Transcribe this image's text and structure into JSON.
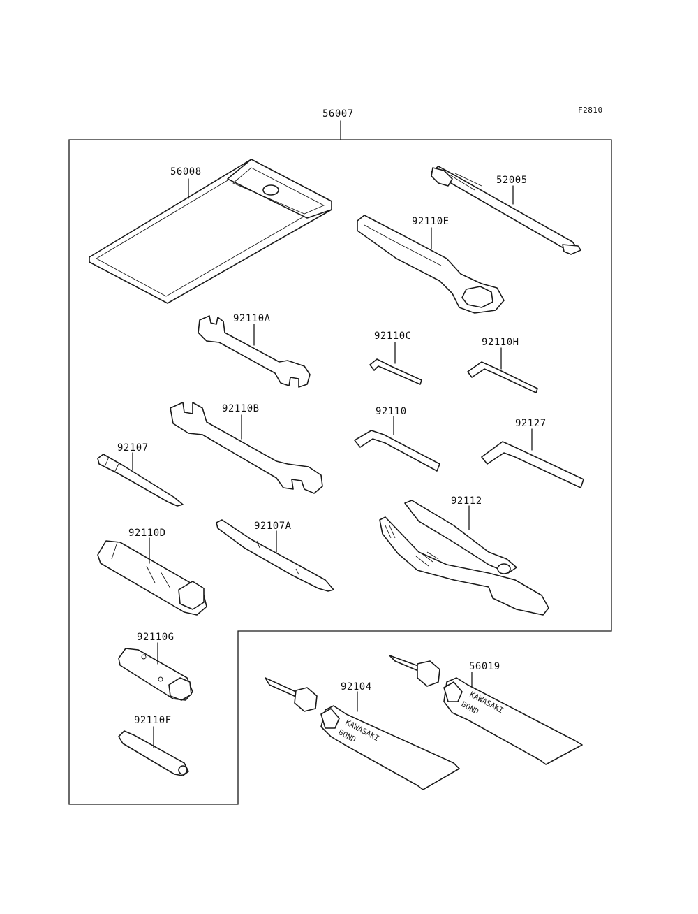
{
  "figure_code": "F2810",
  "assembly_label": "56007",
  "labels": {
    "p56008": "56008",
    "p52005": "52005",
    "p92110E": "92110E",
    "p92110A": "92110A",
    "p92110C": "92110C",
    "p92110H": "92110H",
    "p92110B": "92110B",
    "p92110": "92110",
    "p92127": "92127",
    "p92107": "92107",
    "p92112": "92112",
    "p92110D": "92110D",
    "p92107A": "92107A",
    "p92110G": "92110G",
    "p56019": "56019",
    "p92104": "92104",
    "p92110F": "92110F"
  },
  "tube_print": {
    "brand": "KAWASAKI",
    "product": "BOND"
  }
}
